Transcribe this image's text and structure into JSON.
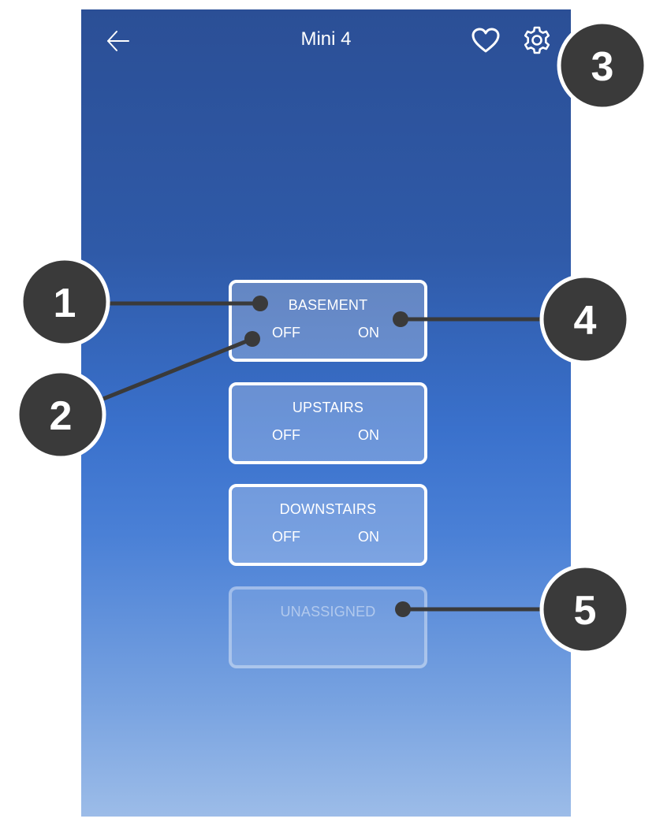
{
  "header": {
    "title": "Mini 4",
    "back_icon": "arrow-left-icon",
    "favorite_icon": "heart-icon",
    "settings_icon": "gear-icon"
  },
  "zones": [
    {
      "name": "BASEMENT",
      "off_label": "OFF",
      "on_label": "ON",
      "enabled": true
    },
    {
      "name": "UPSTAIRS",
      "off_label": "OFF",
      "on_label": "ON",
      "enabled": true
    },
    {
      "name": "DOWNSTAIRS",
      "off_label": "OFF",
      "on_label": "ON",
      "enabled": true
    },
    {
      "name": "UNASSIGNED",
      "enabled": false
    }
  ],
  "callouts": [
    "1",
    "2",
    "3",
    "4",
    "5"
  ],
  "colors": {
    "gradient_top": "#2b4f96",
    "gradient_mid": "#3a71cc",
    "gradient_bottom": "#9cbce8",
    "callout_fill": "#3a3a3a",
    "callout_border": "#ffffff",
    "text": "#ffffff"
  }
}
